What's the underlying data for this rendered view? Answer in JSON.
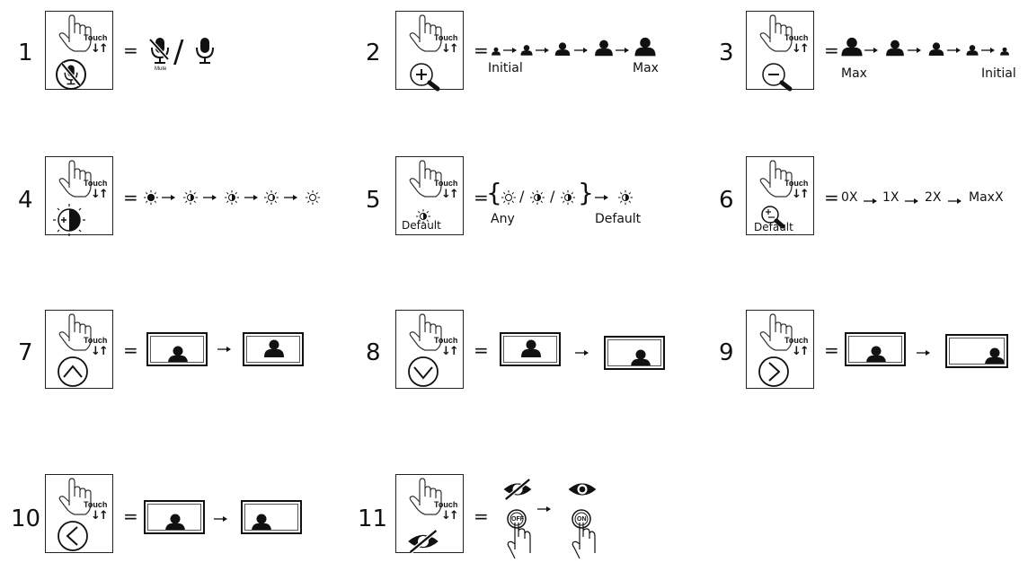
{
  "items": [
    {
      "number": "1"
    },
    {
      "number": "2"
    },
    {
      "number": "3"
    },
    {
      "number": "4"
    },
    {
      "number": "5"
    },
    {
      "number": "6"
    },
    {
      "number": "7"
    },
    {
      "number": "8"
    },
    {
      "number": "9"
    },
    {
      "number": "10"
    },
    {
      "number": "11"
    }
  ],
  "labels": {
    "touch": "Touch",
    "touch_arrows": "↓↑",
    "equals": "=",
    "mute": "Mute",
    "slash": "/",
    "initial": "Initial",
    "max": "Max",
    "any": "Any",
    "default": "Default",
    "zoom_0": "0X",
    "zoom_1": "1X",
    "zoom_2": "2X",
    "zoom_max": "MaxX",
    "off": "OFF",
    "on": "ON",
    "brace_open": "{",
    "brace_close": "}"
  }
}
